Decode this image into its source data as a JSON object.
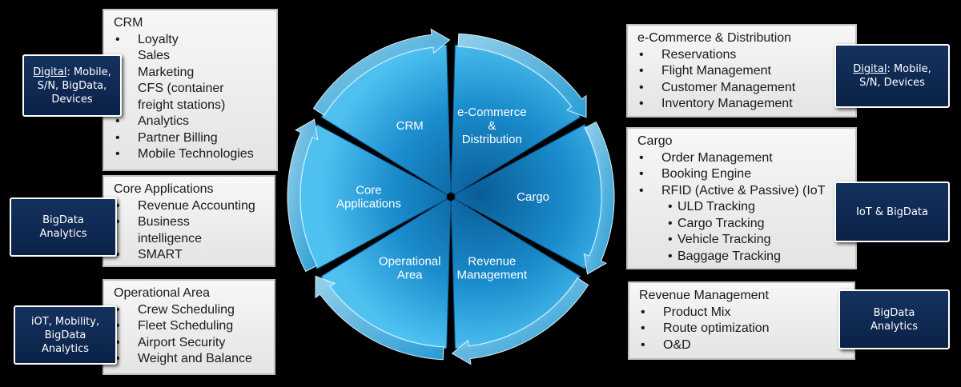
{
  "wheel": {
    "segments": [
      {
        "label_lines": [
          "CRM"
        ]
      },
      {
        "label_lines": [
          "e-Commerce",
          "&",
          "Distribution"
        ]
      },
      {
        "label_lines": [
          "Cargo"
        ]
      },
      {
        "label_lines": [
          "Revenue",
          "Management"
        ]
      },
      {
        "label_lines": [
          "Operational",
          "Area"
        ]
      },
      {
        "label_lines": [
          "Core",
          "Applications"
        ]
      }
    ]
  },
  "panels": {
    "crm": {
      "title": "CRM",
      "items": [
        "Loyalty",
        "Sales",
        "Marketing",
        "CFS (container",
        "freight stations)",
        "Analytics",
        "Partner Billing",
        "Mobile Technologies"
      ]
    },
    "core": {
      "title": "Core Applications",
      "items": [
        "Revenue Accounting",
        "Business",
        "intelligence",
        "SMART"
      ]
    },
    "operational": {
      "title": "Operational Area",
      "items": [
        "Crew Scheduling",
        "Fleet Scheduling",
        "Airport Security",
        "Weight and Balance"
      ]
    },
    "ecommerce": {
      "title": "e-Commerce & Distribution",
      "items": [
        "Reservations",
        "Flight Management",
        "Customer Management",
        "Inventory Management"
      ]
    },
    "cargo": {
      "title": "Cargo",
      "items": [
        "Order Management",
        "Booking Engine",
        "RFID (Active & Passive) (IoT"
      ],
      "subitems": [
        "ULD Tracking",
        "Cargo Tracking",
        "Vehicle Tracking",
        "Baggage Tracking"
      ]
    },
    "revenue": {
      "title": "Revenue Management",
      "items": [
        "Product Mix",
        "Route optimization",
        "O&D"
      ]
    }
  },
  "tags": {
    "crm": {
      "underlined": "Digital",
      "rest_line1": ":",
      "rest": "Mobile, S/N, BigData, Devices"
    },
    "core": {
      "text": "BigData Analytics"
    },
    "operational": {
      "text": "iOT, Mobility, BigData Analytics"
    },
    "ecommerce": {
      "underlined": "Digital",
      "rest_line1": ": Mobile,",
      "rest": "S/N, Devices"
    },
    "cargo": {
      "text": "IoT & BigData"
    },
    "revenue": {
      "text": "BigData Analytics"
    }
  },
  "colors": {
    "background": "#000000",
    "wheel_light": "#3fb3e8",
    "wheel_dark": "#0c6aa6",
    "tag_bg": "#12305b",
    "panel_bg": "#eeeeee"
  }
}
